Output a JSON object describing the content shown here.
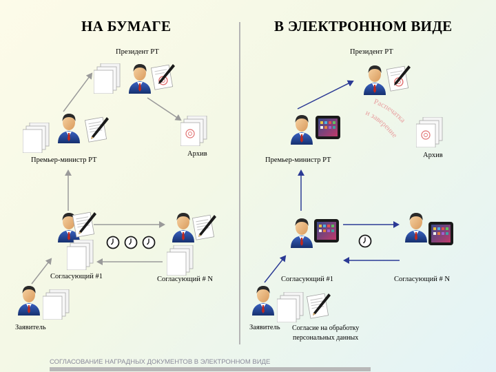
{
  "headers": {
    "left": "НА БУМАГЕ",
    "right": "В ЭЛЕКТРОННОМ ВИДЕ"
  },
  "paper": {
    "president": "Президент РТ",
    "premier": "Премьер-министр РТ",
    "archive": "Архив",
    "approver1": "Согласующий #1",
    "approverN": "Согласующий # N",
    "applicant": "Заявитель"
  },
  "electronic": {
    "president": "Президент РТ",
    "premier": "Премьер-министр РТ",
    "archive": "Архив",
    "approver1": "Согласующий #1",
    "approverN": "Согласующий # N",
    "applicant": "Заявитель",
    "consent_line1": "Согласие на обработку",
    "consent_line2": "персональных данных",
    "stamp_text_line1": "Распечатка",
    "stamp_text_line2": "и заверение"
  },
  "footer": "СОГЛАСОВАНИЕ НАГРАДНЫХ ДОКУМЕНТОВ В ЭЛЕКТРОННОМ ВИДЕ",
  "colors": {
    "suit": "#1f3f8f",
    "tie": "#c0281e",
    "skin": "#f0c088",
    "hair": "#2a2a2a",
    "stamp": "#e07070",
    "arrow": "#2b3a95"
  }
}
